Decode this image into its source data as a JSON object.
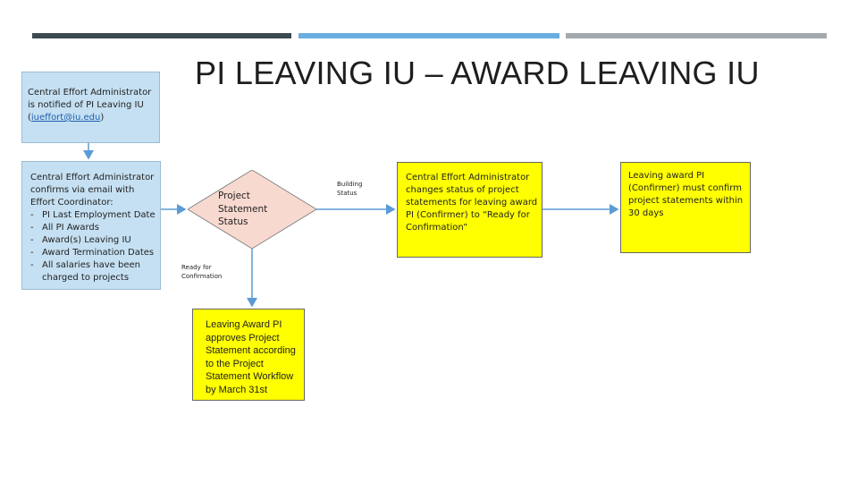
{
  "header_bars": {
    "colors": [
      "#3c4a50",
      "#6aaee0",
      "#a3a9ad"
    ]
  },
  "title": "PI LEAVING IU – AWARD LEAVING IU",
  "notify_box": {
    "text_before": "Central Effort Administrator is notified of PI Leaving IU (",
    "email": "iueffort@iu.edu",
    "text_after": ")"
  },
  "confirm_box": {
    "intro": "Central Effort Administrator confirms via email with Effort Coordinator:",
    "items": [
      "PI Last Employment Date",
      "All PI Awards",
      "Award(s) Leaving IU",
      "Award Termination Dates",
      "All salaries have been charged to projects"
    ]
  },
  "decision": {
    "label": "Project Statement Status"
  },
  "edge_labels": {
    "building": "Building Status",
    "ready": "Ready for Confirmation"
  },
  "approve_box": {
    "text": "Leaving Award PI approves Project Statement according to the Project Statement Workflow by March 31st"
  },
  "change_status_box": {
    "text": "Central Effort Administrator changes status of project statements for leaving award PI (Confirmer) to “Ready for Confirmation”"
  },
  "confirmer_box": {
    "text": "Leaving award PI (Confirmer) must confirm project statements within 30 days"
  },
  "colors": {
    "blue_box": "#c5e0f2",
    "yellow_box": "#ffff00",
    "decision_fill": "#f8d9d0",
    "arrow": "#5b9bd5"
  }
}
